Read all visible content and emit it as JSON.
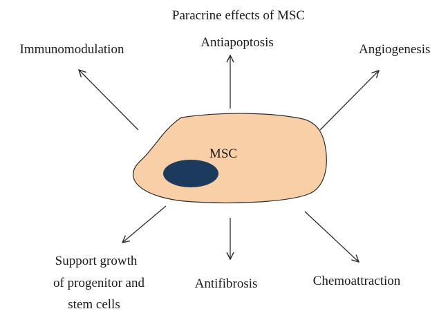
{
  "diagram": {
    "title": "Paracrine effects of MSC",
    "cell_label": "MSC",
    "effects": {
      "immunomodulation": "Immunomodulation",
      "antiapoptosis": "Antiapoptosis",
      "angiogenesis": "Angiogenesis",
      "support_line1": "Support growth",
      "support_line2": "of progenitor and",
      "support_line3": "stem cells",
      "antifibrosis": "Antifibrosis",
      "chemoattraction": "Chemoattraction"
    },
    "colors": {
      "cell_fill": "#f9cfa8",
      "cell_outline": "#2a2a2a",
      "nucleus_fill": "#1b3a5c",
      "arrow": "#2a2a2a"
    }
  }
}
